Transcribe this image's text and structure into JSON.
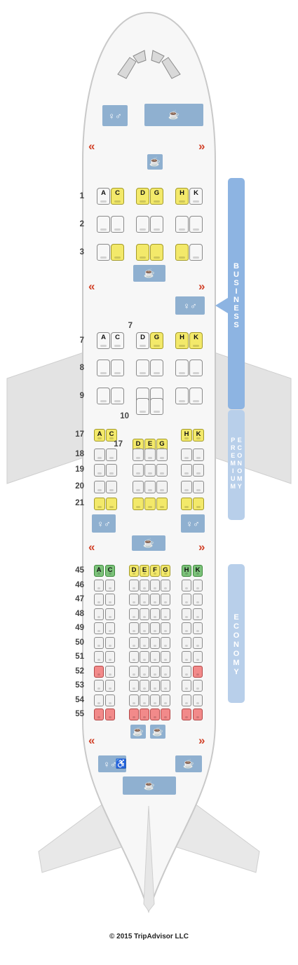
{
  "copyright": "© 2015 TripAdvisor LLC",
  "cabins": [
    {
      "id": "business",
      "label": "BUSINESS",
      "letters": [
        "B",
        "U",
        "S",
        "I",
        "N",
        "E",
        "S",
        "S"
      ]
    },
    {
      "id": "premium",
      "label": "PREMIUM ECONOMY",
      "col1": [
        "P",
        "R",
        "E",
        "M",
        "I",
        "U",
        "M"
      ],
      "col2": [
        "E",
        "C",
        "O",
        "N",
        "O",
        "M",
        "Y"
      ]
    },
    {
      "id": "economy",
      "label": "ECONOMY",
      "letters": [
        "E",
        "C",
        "O",
        "N",
        "O",
        "M",
        "Y"
      ]
    }
  ],
  "business": {
    "rows": [
      "1",
      "2",
      "3",
      "7",
      "8",
      "9",
      "10"
    ],
    "seat_letters": {
      "1": [
        "A",
        "C",
        "D",
        "G",
        "H",
        "K"
      ],
      "7": [
        "A",
        "C",
        "D",
        "G",
        "H",
        "K"
      ]
    },
    "highlighted": {
      "1": [
        "C",
        "D",
        "G",
        "H"
      ],
      "3": [
        "C",
        "D",
        "G",
        "H"
      ],
      "7": [
        "G",
        "H",
        "K"
      ]
    }
  },
  "premium": {
    "rows": [
      "17",
      "18",
      "19",
      "20",
      "21"
    ],
    "aisle_row_label": "17",
    "seat_letters": {
      "17": [
        "A",
        "C",
        "D",
        "E",
        "G",
        "H",
        "K"
      ]
    },
    "highlighted": {
      "17": [
        "A",
        "C",
        "D",
        "E",
        "G",
        "H",
        "K"
      ],
      "21": [
        "A",
        "C",
        "D",
        "E",
        "G",
        "H",
        "K"
      ]
    }
  },
  "economy": {
    "rows": [
      "45",
      "46",
      "47",
      "48",
      "49",
      "50",
      "51",
      "52",
      "53",
      "54",
      "55"
    ],
    "seat_letters": {
      "45": [
        "A",
        "C",
        "D",
        "E",
        "F",
        "G",
        "H",
        "K"
      ]
    },
    "green": {
      "45": [
        "A",
        "C",
        "H",
        "K"
      ]
    },
    "yellow": {
      "45": [
        "D",
        "E",
        "F",
        "G"
      ]
    },
    "red": {
      "52": [
        "A",
        "K"
      ],
      "55": [
        "A",
        "C",
        "D",
        "E",
        "F",
        "G",
        "H",
        "K"
      ]
    }
  },
  "colors": {
    "bar": "#8db4e2",
    "bar_light": "#b8cfea",
    "yellow": "#f3e96a",
    "green": "#7cc27a",
    "red": "#f28a8a",
    "chevron": "#d2432a",
    "facility": "#8fb0d0"
  },
  "icons": [
    "lavatory-icon",
    "galley-icon",
    "exit-chevron-icon",
    "accessible-lavatory-icon",
    "bassinet-icon"
  ]
}
